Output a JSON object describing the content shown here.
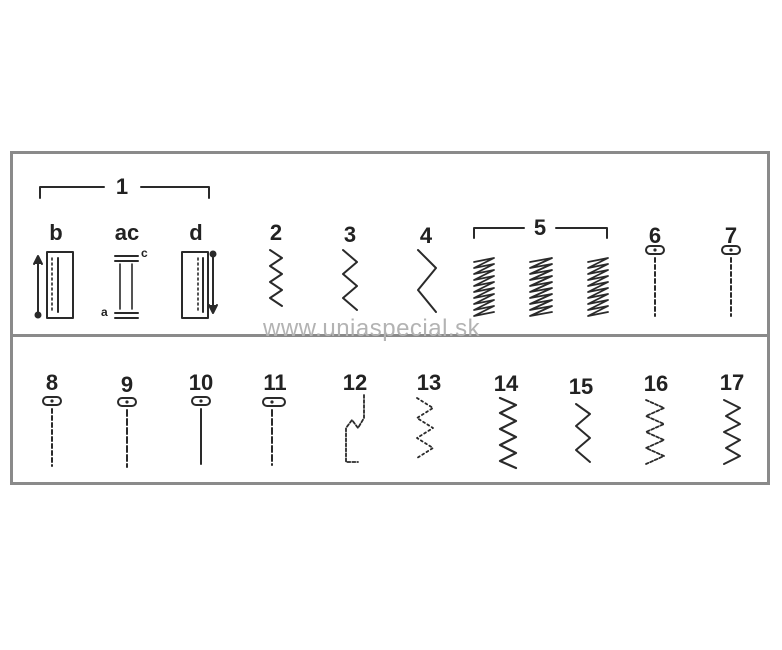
{
  "watermark": "www.uniaspecial.sk",
  "groups": {
    "g1_label": "1",
    "g5_label": "5"
  },
  "buttonhole_labels": {
    "b": "b",
    "ac": "ac",
    "d": "d",
    "a": "a",
    "c": "c"
  },
  "stitches_row1": [
    "2",
    "3",
    "4",
    "6",
    "7"
  ],
  "stitches_row2": [
    "8",
    "9",
    "10",
    "11",
    "12",
    "13",
    "14",
    "15",
    "16",
    "17"
  ]
}
